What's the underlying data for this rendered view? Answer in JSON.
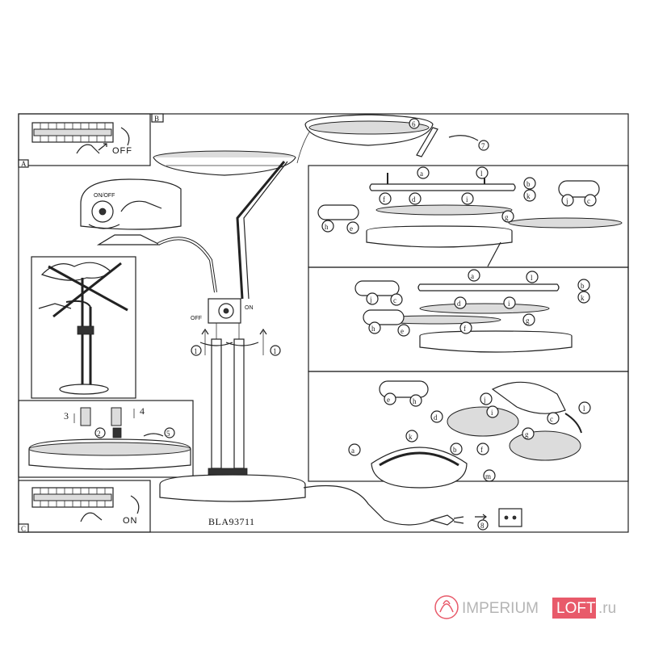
{
  "model": "BLA93711",
  "switch": {
    "off": "OFF",
    "on": "ON",
    "dimmer": "ON/OFF",
    "ctrl_off": "OFF",
    "ctrl_on": "ON"
  },
  "corner_marks": {
    "a": "A",
    "b": "B",
    "c": "C"
  },
  "steps": {
    "s1": "1",
    "s2": "2",
    "s3": "3",
    "s4": "4",
    "s5": "5",
    "s6": "6",
    "s7": "7",
    "s8": "8"
  },
  "parts": {
    "a": "a",
    "b": "b",
    "c": "c",
    "d": "d",
    "e": "e",
    "f": "f",
    "g": "g",
    "h": "h",
    "i": "i",
    "j": "j",
    "k": "k",
    "l": "l",
    "m": "m"
  },
  "watermark": {
    "brand": "IMPERIUM",
    "highlight": "LOFT",
    "tld": ".ru",
    "accent": "#e85a6a",
    "gray": "#b5b5b5"
  }
}
